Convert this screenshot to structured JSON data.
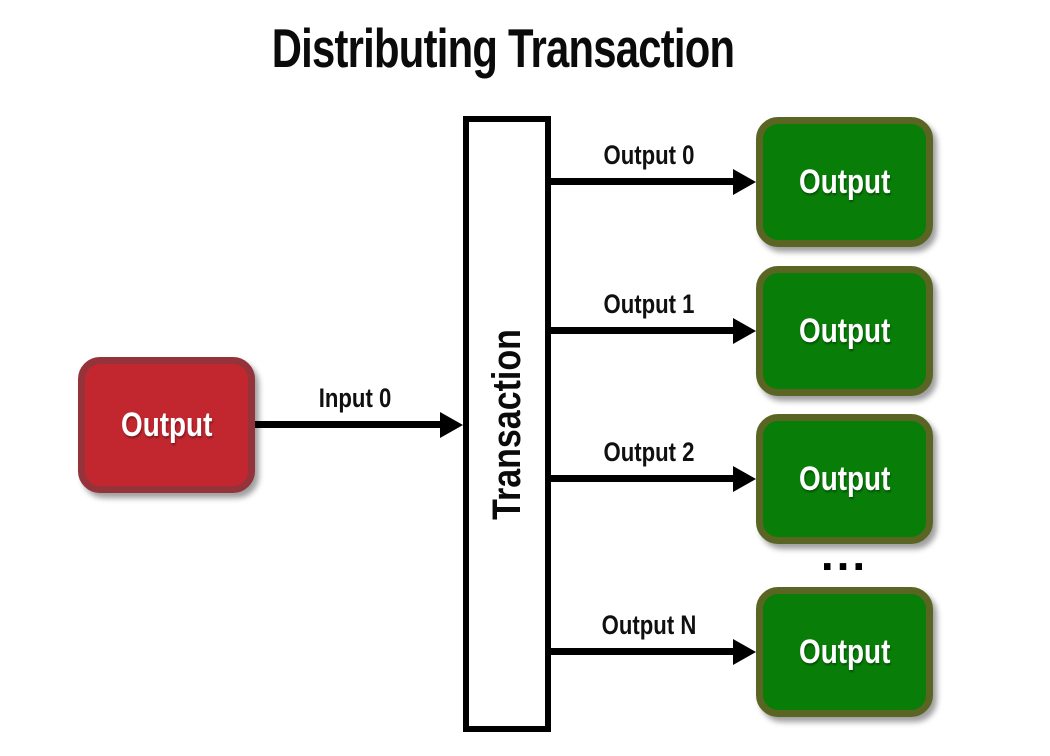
{
  "title": "Distributing Transaction",
  "colors": {
    "red_fill": "#c2272f",
    "red_border": "#94333a",
    "green_fill": "#087d08",
    "green_border": "#5b6523",
    "line": "#000000",
    "background": "#ffffff"
  },
  "input": {
    "box_label": "Output",
    "arrow_label": "Input 0"
  },
  "transaction_label": "Transaction",
  "outputs": [
    {
      "arrow_label": "Output 0",
      "box_label": "Output"
    },
    {
      "arrow_label": "Output 1",
      "box_label": "Output"
    },
    {
      "arrow_label": "Output 2",
      "box_label": "Output"
    },
    {
      "arrow_label": "Output N",
      "box_label": "Output"
    }
  ],
  "ellipsis": "..."
}
